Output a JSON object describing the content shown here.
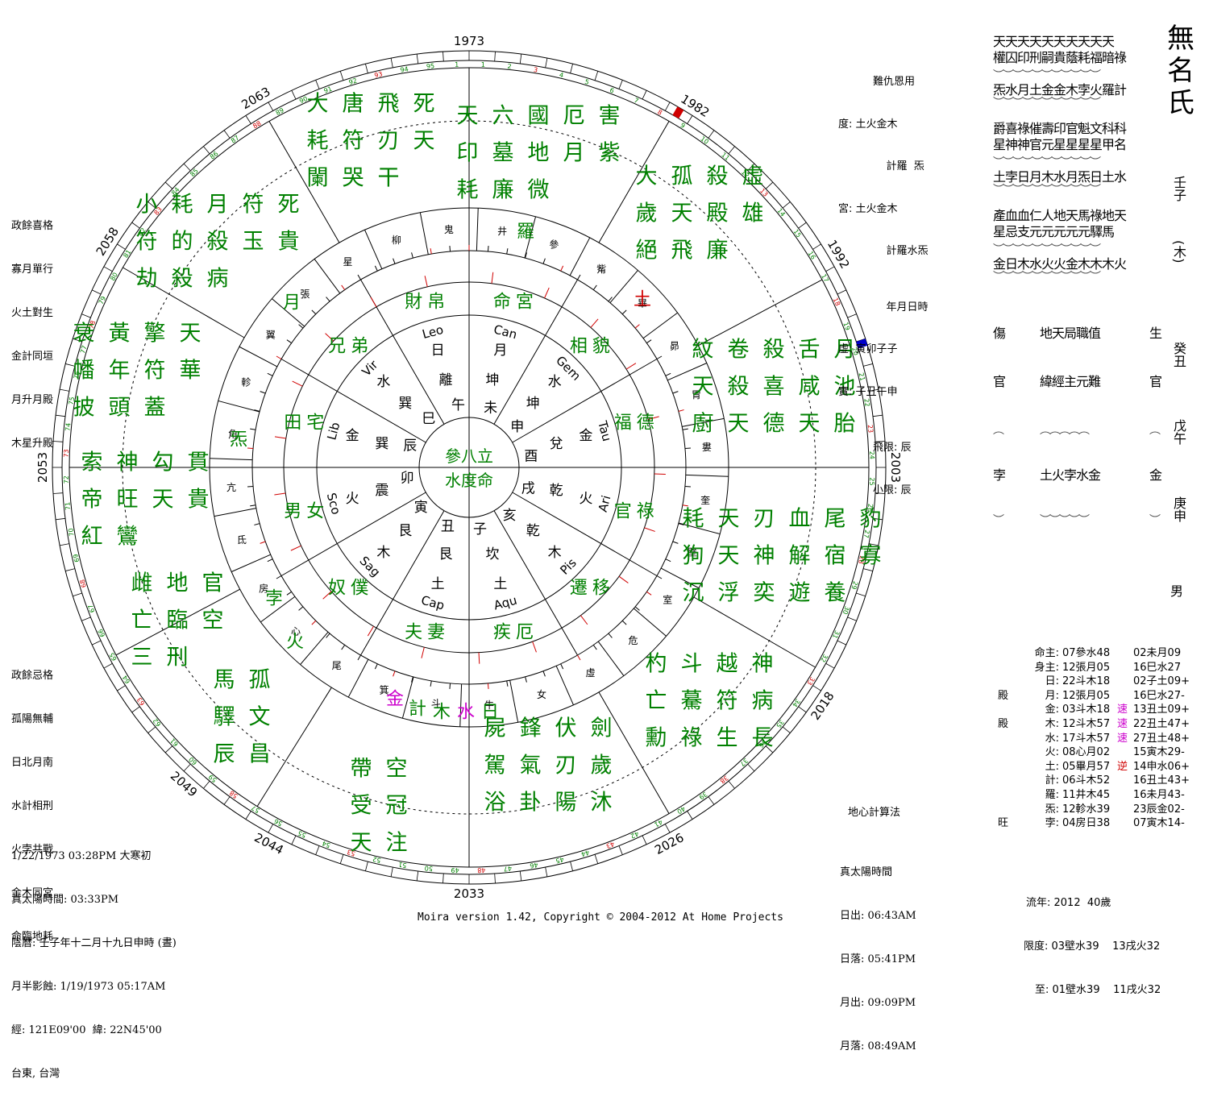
{
  "name": "無名氏",
  "pillars": {
    "year_stem": "壬子",
    "year_paren": "(木)",
    "year2": "癸丑",
    "month": "戊午",
    "day": "庚申",
    "gender": "男"
  },
  "top_right": {
    "row1": "天天天天天天天天天天",
    "row2": "權囚印刑嗣貴蔭耗福暗祿",
    "brace": "︶︶︶︶︶︶︶︶︶︶︶",
    "row3": "炁水月土金金木孛火羅計",
    "row4": "爵喜祿催壽印官魁文科科",
    "row5": "星神神官元星星星星甲名",
    "row6": "土孛日月木水月炁日土水",
    "row7": "產血血仁人地天馬祿地天",
    "row8": "星忌支元元元元元驛馬",
    "row9": "金日木水火火金木木木火",
    "col_a": [
      "傷",
      "官",
      "",
      "孛"
    ],
    "col_b": [
      "地天局職值",
      "緯經主元難",
      "",
      "土火孛水金"
    ],
    "col_c": [
      "生",
      "官",
      "",
      "金"
    ]
  },
  "header_info": {
    "line1": "難仇恩用",
    "line2": "度: 土火金木",
    "line3": "    計羅  炁",
    "line4": "宮: 土火金木",
    "line5": "    計羅水炁",
    "line6": "    年月日時",
    "line7": "虛: 寅卯子子",
    "line8": "實: 子丑午申",
    "line9": "飛限: 辰",
    "line10": "小限: 辰"
  },
  "left_top_notes": [
    "政餘喜格",
    "寡月單行",
    "火土對生",
    "金計同垣",
    "月升月殿",
    "木星升殿"
  ],
  "left_bottom_notes": [
    "政餘忌格",
    "孤陽無輔",
    "日北月南",
    "水計相刑",
    "火孛共戰",
    "金木同宮",
    "命臨地耗"
  ],
  "birth_info": [
    "1/22/1973 03:28PM 大寒初",
    "真太陽時間: 03:33PM",
    "陰曆: 壬子年十二月十九日申時 (晝)",
    "月半影蝕: 1/19/1973 05:17AM",
    "經: 121E09'00  緯: 22N45'00",
    "台東, 台灣"
  ],
  "calc_method": "地心計算法",
  "sun_times": [
    "真太陽時間",
    "日出: 06:43AM",
    "日落: 05:41PM",
    "月出: 09:09PM",
    "月落: 08:49AM"
  ],
  "footer": "Moira version 1.42, Copyright © 2004-2012 At Home Projects",
  "stars_table": [
    {
      "pre": "",
      "name": "命主:",
      "a": "07參水48",
      "mid": "",
      "b": "02未月09"
    },
    {
      "pre": "",
      "name": "身主:",
      "a": "12張月05",
      "mid": "",
      "b": "16巳水27"
    },
    {
      "pre": "",
      "name": "日:",
      "a": "22斗木18",
      "mid": "",
      "b": "02子土09+"
    },
    {
      "pre": "殿",
      "name": "月:",
      "a": "12張月05",
      "mid": "",
      "b": "16巳水27-"
    },
    {
      "pre": "",
      "name": "金:",
      "a": "03斗木18",
      "mid": "速",
      "b": "13丑土09+"
    },
    {
      "pre": "殿",
      "name": "木:",
      "a": "12斗木57",
      "mid": "速",
      "b": "22丑土47+"
    },
    {
      "pre": "",
      "name": "水:",
      "a": "17斗木57",
      "mid": "速",
      "b": "27丑土48+"
    },
    {
      "pre": "",
      "name": "火:",
      "a": "08心月02",
      "mid": "",
      "b": "15寅木29-"
    },
    {
      "pre": "",
      "name": "土:",
      "a": "05畢月57",
      "mid": "逆",
      "b": "14申水06+"
    },
    {
      "pre": "",
      "name": "計:",
      "a": "06斗木52",
      "mid": "",
      "b": "16丑土43+"
    },
    {
      "pre": "",
      "name": "羅:",
      "a": "11井木45",
      "mid": "",
      "b": "16未月43-"
    },
    {
      "pre": "",
      "name": "炁:",
      "a": "12軫水39",
      "mid": "",
      "b": "23辰金02-"
    },
    {
      "pre": "旺",
      "name": "孛:",
      "a": "04房日38",
      "mid": "",
      "b": "07寅木14-"
    }
  ],
  "flow_year": {
    "line1": "流年: 2012  40歲",
    "line2a": "限度: 03壁水39",
    "line2b": "13戌火32",
    "line3a": "至: 01壁水39",
    "line3b": "11戌火32"
  },
  "colors": {
    "green": "#008000",
    "magenta": "#cc00cc",
    "red": "#d00000",
    "blue": "#0000cc"
  },
  "chart_data": {
    "type": "diagram",
    "center": [
      "參八立",
      "水度命"
    ],
    "outer_years": [
      "1973",
      "1982",
      "1992",
      "2003",
      "2018",
      "2026",
      "2033",
      "2044",
      "2049",
      "2053",
      "2058",
      "2063"
    ],
    "mansions": [
      "井",
      "參",
      "觜",
      "畢",
      "昴",
      "胃",
      "婁",
      "奎",
      "壁",
      "室",
      "危",
      "虛",
      "女",
      "牛",
      "斗",
      "箕",
      "尾",
      "心",
      "房",
      "氐",
      "亢",
      "角",
      "軫",
      "翼",
      "張",
      "星",
      "柳",
      "鬼"
    ],
    "houses": [
      "命宮",
      "相貌",
      "福德",
      "官祿",
      "遷移",
      "疾厄",
      "夫妻",
      "奴僕",
      "男女",
      "田宅",
      "兄弟",
      "財帛"
    ],
    "zodiac": [
      "Can",
      "Gem",
      "Tau",
      "Ari",
      "Pis",
      "Aqu",
      "Cap",
      "Sag",
      "Sco",
      "Lib",
      "Vir",
      "Leo"
    ],
    "inner_branch": [
      {
        "l1": "月",
        "l2": "坤",
        "l3": "未"
      },
      {
        "l1": "水",
        "l2": "坤",
        "l3": "申"
      },
      {
        "l1": "金",
        "l2": "兌",
        "l3": "酉"
      },
      {
        "l1": "火",
        "l2": "乾",
        "l3": "戌"
      },
      {
        "l1": "木",
        "l2": "乾",
        "l3": "亥"
      },
      {
        "l1": "土",
        "l2": "坎",
        "l3": "子"
      },
      {
        "l1": "土",
        "l2": "艮",
        "l3": "丑"
      },
      {
        "l1": "木",
        "l2": "艮",
        "l3": "寅"
      },
      {
        "l1": "火",
        "l2": "震",
        "l3": "卯"
      },
      {
        "l1": "金",
        "l2": "巽",
        "l3": "辰"
      },
      {
        "l1": "水",
        "l2": "巽",
        "l3": "巳"
      },
      {
        "l1": "日",
        "l2": "離",
        "l3": "午"
      }
    ],
    "planet_labels": [
      {
        "text": "羅",
        "color": "#008000"
      },
      {
        "text": "土",
        "color": "#d00000"
      },
      {
        "text": "月",
        "color": "#008000"
      },
      {
        "text": "炁",
        "color": "#008000"
      },
      {
        "text": "孛",
        "color": "#008000"
      },
      {
        "text": "火",
        "color": "#008000"
      },
      {
        "text": "金",
        "color": "#cc00cc"
      },
      {
        "text": "計",
        "color": "#008000"
      },
      {
        "text": "木",
        "color": "#008000"
      },
      {
        "text": "水",
        "color": "#cc00cc"
      },
      {
        "text": "日",
        "color": "#008000"
      }
    ],
    "palace_stars": [
      [
        "天",
        "六",
        "國",
        "厄",
        "害",
        "印",
        "墓",
        "地",
        "月",
        "紫",
        "耗",
        "廉",
        "微"
      ],
      [
        "大",
        "孤",
        "殺",
        "虛",
        "歲",
        "天",
        "殿",
        "雄",
        "絕",
        "飛",
        "廉"
      ],
      [
        "紋",
        "卷",
        "殺",
        "舌",
        "月",
        "天",
        "殺",
        "喜",
        "咸",
        "池",
        "廚",
        "天",
        "德",
        "天",
        "胎"
      ],
      [
        "耗",
        "天",
        "刃",
        "血",
        "尾",
        "豹",
        "狗",
        "天",
        "神",
        "解",
        "宿",
        "寡",
        "沉",
        "浮",
        "奕",
        "遊",
        "養"
      ],
      [
        "杓",
        "斗",
        "越",
        "神",
        "亡",
        "驀",
        "符",
        "病",
        "勳",
        "祿",
        "生",
        "長"
      ],
      [
        "屍",
        "鋒",
        "伏",
        "劍",
        "駕",
        "氣",
        "刃",
        "歲",
        "浴",
        "卦",
        "陽",
        "沐"
      ],
      [
        "帶",
        "空",
        "受",
        "冠",
        "天",
        "注"
      ],
      [
        "馬",
        "孤",
        "驛",
        "文",
        "辰",
        "昌"
      ],
      [
        "雌",
        "地",
        "官",
        "亡",
        "臨",
        "空",
        "三",
        "刑"
      ],
      [
        "索",
        "神",
        "勾",
        "貫",
        "帝",
        "旺",
        "天",
        "貴",
        "紅",
        "鸞"
      ],
      [
        "衰",
        "黃",
        "擎",
        "天",
        "幡",
        "年",
        "符",
        "華",
        "披",
        "頭",
        "蓋"
      ],
      [
        "小",
        "耗",
        "月",
        "符",
        "死",
        "符",
        "的",
        "殺",
        "玉",
        "貴",
        "劫",
        "殺",
        "病"
      ],
      [
        "大",
        "唐",
        "飛",
        "死",
        "耗",
        "符",
        "刃",
        "天",
        "闌",
        "哭",
        "干"
      ]
    ]
  }
}
